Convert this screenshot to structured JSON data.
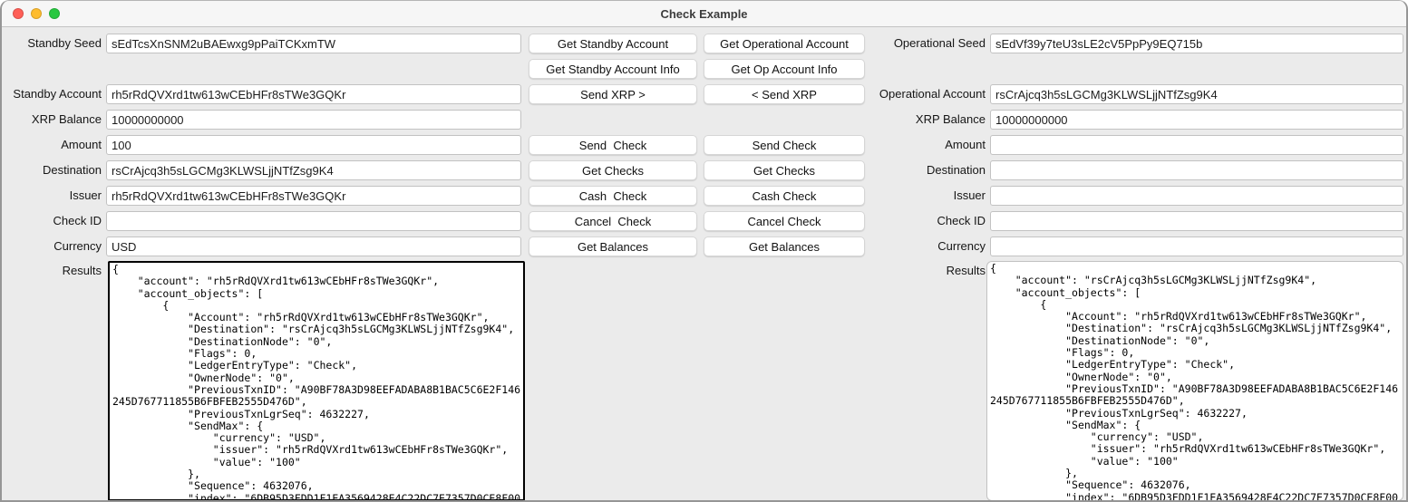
{
  "window": {
    "title": "Check Example"
  },
  "traffic_lights": {
    "close_color": "#ff5f57",
    "minimize_color": "#febc2e",
    "zoom_color": "#28c840"
  },
  "colors": {
    "window_bg": "#ebebeb",
    "titlebar_bg": "#f6f6f6",
    "field_bg": "#ffffff",
    "field_border": "#c2c2c2",
    "focused_results_border": "#000000",
    "button_bg": "#ffffff"
  },
  "standby": {
    "fields": [
      {
        "label": "Standby Seed",
        "value": "sEdTcsXnSNM2uBAEwxg9pPaiTCKxmTW"
      },
      {
        "label": "Standby Account",
        "value": "rh5rRdQVXrd1tw613wCEbHFr8sTWe3GQKr"
      },
      {
        "label": "XRP Balance",
        "value": "10000000000"
      },
      {
        "label": "Amount",
        "value": "100"
      },
      {
        "label": "Destination",
        "value": "rsCrAjcq3h5sLGCMg3KLWSLjjNTfZsg9K4"
      },
      {
        "label": "Issuer",
        "value": "rh5rRdQVXrd1tw613wCEbHFr8sTWe3GQKr"
      },
      {
        "label": "Check ID",
        "value": ""
      },
      {
        "label": "Currency",
        "value": "USD"
      }
    ],
    "results_label": "Results",
    "results": "{\n    \"account\": \"rh5rRdQVXrd1tw613wCEbHFr8sTWe3GQKr\",\n    \"account_objects\": [\n        {\n            \"Account\": \"rh5rRdQVXrd1tw613wCEbHFr8sTWe3GQKr\",\n            \"Destination\": \"rsCrAjcq3h5sLGCMg3KLWSLjjNTfZsg9K4\",\n            \"DestinationNode\": \"0\",\n            \"Flags\": 0,\n            \"LedgerEntryType\": \"Check\",\n            \"OwnerNode\": \"0\",\n            \"PreviousTxnID\": \"A90BF78A3D98EEFADABA8B1BAC5C6E2F146245D767711855B6FBFEB2555D476D\",\n            \"PreviousTxnLgrSeq\": 4632227,\n            \"SendMax\": {\n                \"currency\": \"USD\",\n                \"issuer\": \"rh5rRdQVXrd1tw613wCEbHFr8sTWe3GQKr\",\n                \"value\": \"100\"\n            },\n            \"Sequence\": 4632076,\n            \"index\": \"6DB95D3FDD1F1EA3569428E4C22DC7E7357D0CE8F00"
  },
  "operational": {
    "fields": [
      {
        "label": "Operational Seed",
        "value": "sEdVf39y7teU3sLE2cV5PpPy9EQ715b"
      },
      {
        "label": "Operational Account",
        "value": "rsCrAjcq3h5sLGCMg3KLWSLjjNTfZsg9K4"
      },
      {
        "label": "XRP Balance",
        "value": "10000000000"
      },
      {
        "label": "Amount",
        "value": ""
      },
      {
        "label": "Destination",
        "value": ""
      },
      {
        "label": "Issuer",
        "value": ""
      },
      {
        "label": "Check ID",
        "value": ""
      },
      {
        "label": "Currency",
        "value": ""
      }
    ],
    "results_label": "Results",
    "results": "{\n    \"account\": \"rsCrAjcq3h5sLGCMg3KLWSLjjNTfZsg9K4\",\n    \"account_objects\": [\n        {\n            \"Account\": \"rh5rRdQVXrd1tw613wCEbHFr8sTWe3GQKr\",\n            \"Destination\": \"rsCrAjcq3h5sLGCMg3KLWSLjjNTfZsg9K4\",\n            \"DestinationNode\": \"0\",\n            \"Flags\": 0,\n            \"LedgerEntryType\": \"Check\",\n            \"OwnerNode\": \"0\",\n            \"PreviousTxnID\": \"A90BF78A3D98EEFADABA8B1BAC5C6E2F146245D767711855B6FBFEB2555D476D\",\n            \"PreviousTxnLgrSeq\": 4632227,\n            \"SendMax\": {\n                \"currency\": \"USD\",\n                \"issuer\": \"rh5rRdQVXrd1tw613wCEbHFr8sTWe3GQKr\",\n                \"value\": \"100\"\n            },\n            \"Sequence\": 4632076,\n            \"index\": \"6DB95D3FDD1F1EA3569428E4C22DC7E7357D0CE8F00"
  },
  "buttons": {
    "standby": [
      {
        "label": "Get Standby Account"
      },
      {
        "label": "Get Standby Account Info"
      },
      {
        "label": "Send XRP >"
      },
      {
        "label": "Send  Check"
      },
      {
        "label": "Get Checks"
      },
      {
        "label": "Cash  Check"
      },
      {
        "label": "Cancel  Check"
      },
      {
        "label": "Get Balances"
      }
    ],
    "operational": [
      {
        "label": "Get Operational Account"
      },
      {
        "label": "Get Op Account Info"
      },
      {
        "label": "< Send XRP"
      },
      {
        "label": "Send Check"
      },
      {
        "label": "Get Checks"
      },
      {
        "label": "Cash Check"
      },
      {
        "label": "Cancel Check"
      },
      {
        "label": "Get Balances"
      }
    ]
  }
}
